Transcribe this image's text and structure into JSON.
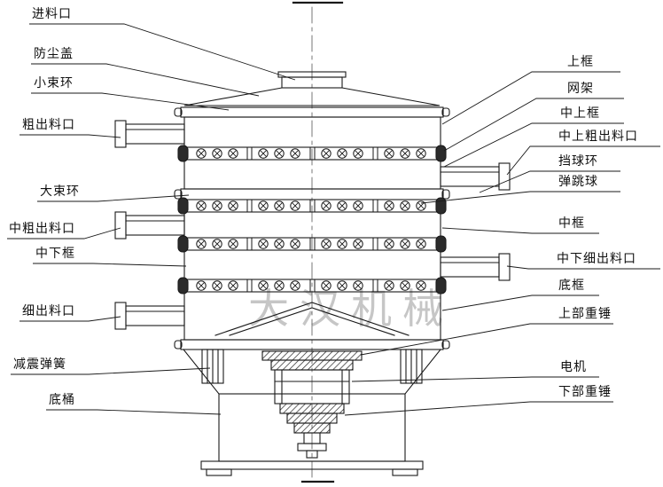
{
  "watermark": "大汉机械",
  "colors": {
    "line": "#1a1a1a",
    "watermark": "#c6c6c6",
    "background": "#ffffff"
  },
  "labels": {
    "left": [
      {
        "id": "feed-inlet",
        "text": "进料口"
      },
      {
        "id": "dust-cover",
        "text": "防尘盖"
      },
      {
        "id": "small-clamp-ring",
        "text": "小束环"
      },
      {
        "id": "coarse-outlet",
        "text": "粗出料口"
      },
      {
        "id": "large-clamp-ring",
        "text": "大束环"
      },
      {
        "id": "mid-coarse-outlet",
        "text": "中粗出料口"
      },
      {
        "id": "mid-lower-frame",
        "text": "中下框"
      },
      {
        "id": "fine-outlet",
        "text": "细出料口"
      },
      {
        "id": "damping-spring",
        "text": "减震弹簧"
      },
      {
        "id": "base-barrel",
        "text": "底桶"
      }
    ],
    "right": [
      {
        "id": "upper-frame",
        "text": "上框"
      },
      {
        "id": "screen-frame",
        "text": "网架"
      },
      {
        "id": "mid-upper-frame",
        "text": "中上框"
      },
      {
        "id": "mid-upper-coarse-outlet",
        "text": "中上粗出料口"
      },
      {
        "id": "ball-retainer-ring",
        "text": "挡球环"
      },
      {
        "id": "bouncing-ball",
        "text": "弹跳球"
      },
      {
        "id": "middle-frame",
        "text": "中框"
      },
      {
        "id": "mid-lower-fine-outlet",
        "text": "中下细出料口"
      },
      {
        "id": "bottom-frame",
        "text": "底框"
      },
      {
        "id": "upper-weight",
        "text": "上部重锤"
      },
      {
        "id": "motor",
        "text": "电机"
      },
      {
        "id": "lower-weight",
        "text": "下部重锤"
      }
    ]
  }
}
